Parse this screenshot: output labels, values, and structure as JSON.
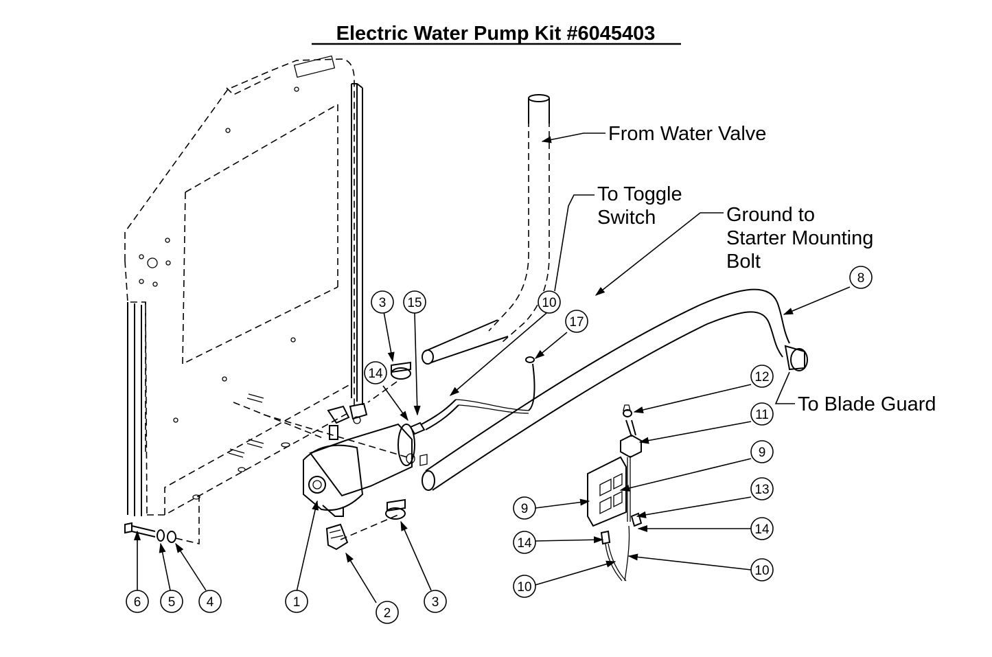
{
  "title": "Electric Water Pump Kit #6045403",
  "callouts": {
    "from_water_valve": "From Water Valve",
    "to_toggle_switch_1": "To Toggle",
    "to_toggle_switch_2": "Switch",
    "ground_1": "Ground to",
    "ground_2": "Starter Mounting",
    "ground_3": "Bolt",
    "to_blade_guard": "To Blade Guard"
  },
  "item_numbers": {
    "n1": "1",
    "n2": "2",
    "n3a": "3",
    "n3b": "3",
    "n4": "4",
    "n5": "5",
    "n6": "6",
    "n8": "8",
    "n9a": "9",
    "n9b": "9",
    "n10a": "10",
    "n10b": "10",
    "n10c": "10",
    "n11": "11",
    "n12": "12",
    "n13": "13",
    "n14a": "14",
    "n14b": "14",
    "n14c": "14",
    "n15": "15",
    "n17": "17"
  }
}
